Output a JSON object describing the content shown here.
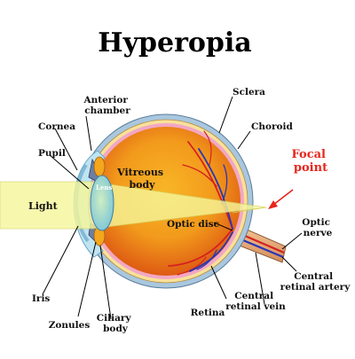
{
  "title": "Hyperopia",
  "labels": {
    "anterior_chamber": [
      "Anterior",
      "chamber"
    ],
    "cornea": "Cornea",
    "pupil": "Pupil",
    "lens": "Lens",
    "light": "Light",
    "vitreous_body": [
      "Vitreous",
      "body"
    ],
    "sclera": "Sclera",
    "choroid": "Choroid",
    "focal_point": [
      "Focal",
      "point"
    ],
    "optic_disc": "Optic disc",
    "optic_nerve": [
      "Optic",
      "nerve"
    ],
    "central_retinal_artery": [
      "Central",
      "retinal artery"
    ],
    "central_retinal_vein": [
      "Central",
      "retinal vein"
    ],
    "retina": "Retina",
    "ciliary_body": [
      "Ciliary",
      "body"
    ],
    "zonules": "Zonules",
    "iris": "Iris"
  },
  "colors": {
    "vitreous_inner": "#f6a21a",
    "vitreous_outer": "#e35e14",
    "sclera": "#a9c7df",
    "choroid": "#f8e19a",
    "retina_band": "#f2a7c4",
    "light_beam": "#f6f79a",
    "focal_text": "#e8261c",
    "vessel_red": "#d42121",
    "vessel_blue": "#2a35b8"
  }
}
